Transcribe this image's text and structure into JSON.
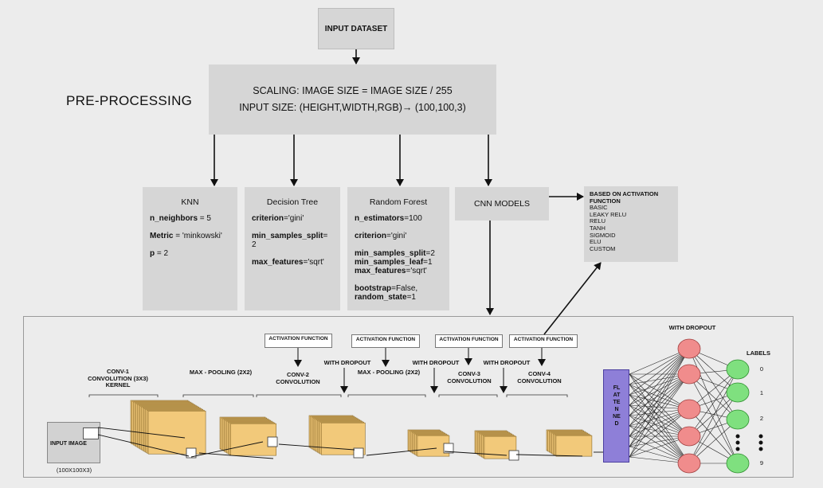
{
  "input_dataset": "INPUT DATASET",
  "preprocessing": {
    "label": "PRE-PROCESSING",
    "line1": "SCALING: IMAGE SIZE = IMAGE SIZE / 255",
    "line2": "INPUT SIZE: (HEIGHT,WIDTH,RGB)→ (100,100,3)"
  },
  "knn": {
    "title": "KNN",
    "p1_key": "n_neighbors",
    "p1_val": " = 5",
    "p2_key": "Metric",
    "p2_val": " = 'minkowski'",
    "p3_key": "p",
    "p3_val": " = 2"
  },
  "decision_tree": {
    "title": "Decision Tree",
    "p1_key": "criterion",
    "p1_val": "='gini'",
    "p2_key": "min_samples_split",
    "p2_val": "=",
    "p2_val2": "2",
    "p3_key": "max_features",
    "p3_val": "='sqrt'"
  },
  "random_forest": {
    "title": "Random Forest",
    "p1_key": "n_estimators",
    "p1_val": "=100",
    "p2_key": "criterion",
    "p2_val": "='gini'",
    "p3_key": "min_samples_split",
    "p3_val": "=2",
    "p4_key": "min_samples_leaf",
    "p4_val": "=1",
    "p5_key": "max_features",
    "p5_val": "='sqrt'",
    "p6_key": "bootstrap",
    "p6_val": "=False,",
    "p7_key": "random_state",
    "p7_val": "=1"
  },
  "cnn_models": "CNN MODELS",
  "activation_list": {
    "heading": "BASED ON ACTIVATION FUNCTION",
    "items": [
      "BASIC",
      "LEAKY RELU",
      "RELU",
      "TANH",
      "SIGMOID",
      "ELU",
      "CUSTOM"
    ]
  },
  "cnn": {
    "activation_function": "ACTIVATION FUNCTION",
    "with_dropout": "WITH DROPOUT",
    "conv1": "CONV-1 CONVOLUTION (3X3) KERNEL",
    "maxpool1": "MAX - POOLING (2X2)",
    "conv2": "CONV-2 CONVOLUTION",
    "maxpool2": "MAX - POOLING (2X2)",
    "conv3": "CONV-3 CONVOLUTION",
    "conv4": "CONV-4 CONVOLUTION",
    "input_image": "INPUT IMAGE",
    "input_size": "(100X100X3)",
    "flatten": "FLATTENNED",
    "labels_title": "LABELS",
    "labels": [
      "0",
      "1",
      "2",
      "9"
    ],
    "with_dropout_dense": "WITH DROPOUT"
  }
}
